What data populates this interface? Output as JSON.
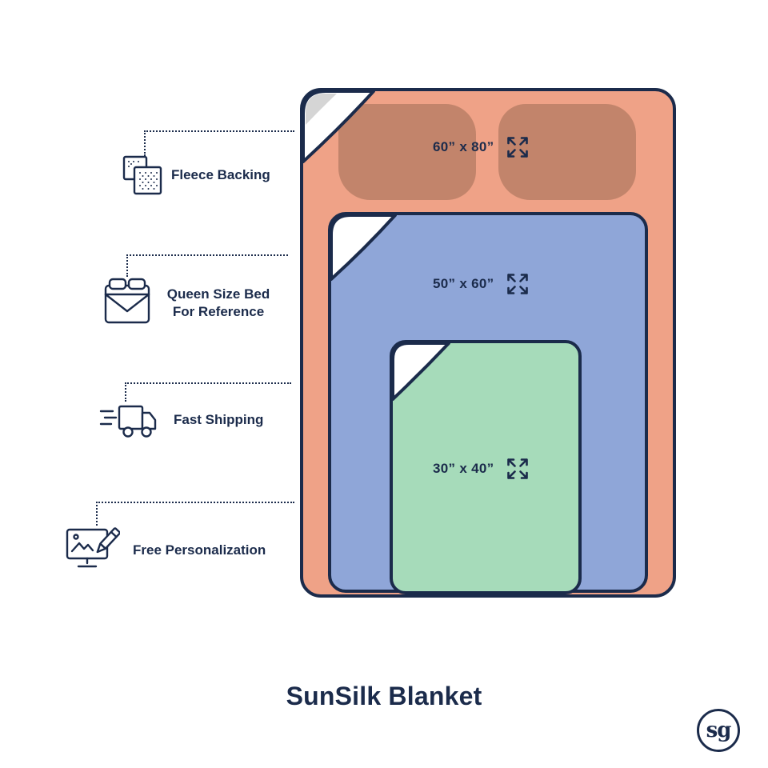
{
  "title": "SunSilk Blanket",
  "logo": {
    "text": "sg"
  },
  "blankets": [
    {
      "id": "large",
      "size_label": "60” x 80”",
      "color": "#EFA287"
    },
    {
      "id": "medium",
      "size_label": "50” x 60”",
      "color": "#8FA6D8"
    },
    {
      "id": "small",
      "size_label": "30” x 40”",
      "color": "#A6DBBA"
    }
  ],
  "features": [
    {
      "label": "Fleece Backing",
      "icon": "fleece-icon"
    },
    {
      "label": "Queen Size Bed",
      "label_line2": "For Reference",
      "icon": "queen-bed-icon"
    },
    {
      "label": "Fast Shipping",
      "icon": "delivery-truck-icon"
    },
    {
      "label": "Free Personalization",
      "icon": "monitor-pencil-icon"
    }
  ],
  "icons": {
    "expand": "expand-arrows-icon",
    "fold": "folded-corner"
  },
  "colors": {
    "navy": "#1B2B4B",
    "blanket_orange": "#EFA287",
    "pillow_brown": "#C2846B",
    "blanket_blue": "#8FA6D8",
    "blanket_green": "#A6DBBA",
    "fold_gray": "#D5D5D5",
    "background": "#FFFFFF"
  }
}
